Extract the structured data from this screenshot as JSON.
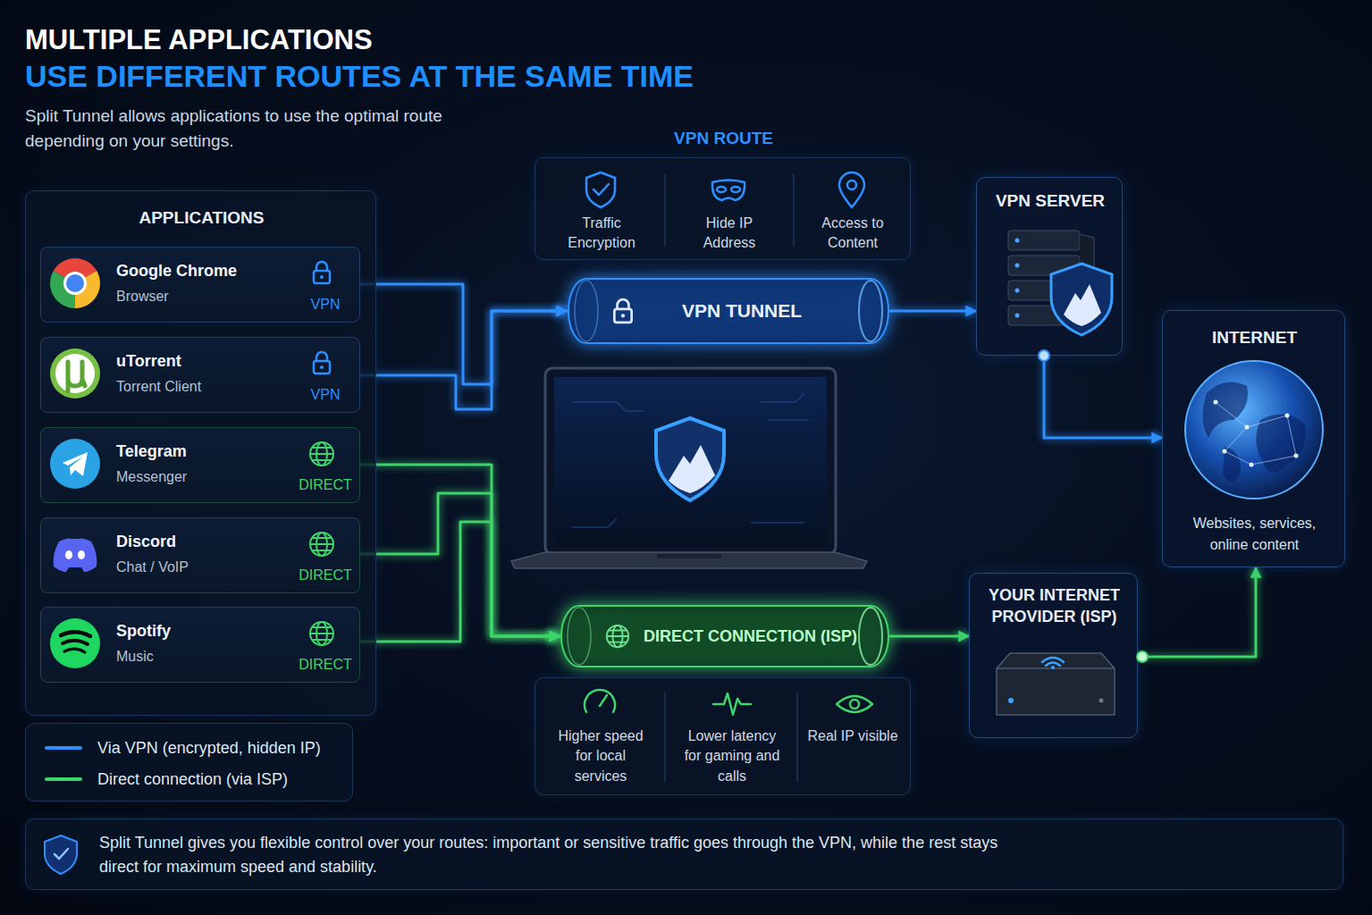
{
  "diagram": {
    "title": "MULTIPLE APPLICATIONS",
    "nodes": [
      {
        "text": [
          "APPLICATIONS"
        ]
      },
      {
        "text": [
          "Google Chrome",
          "Browser",
          "VPN"
        ],
        "in": 0
      },
      {
        "text": [
          "uTorrent",
          "Torrent Client",
          "VPN"
        ],
        "in": 0
      },
      {
        "text": [
          "Telegram",
          "Messenger",
          "DIRECT"
        ],
        "in": 0
      },
      {
        "text": [
          "Discord",
          "Chat / VoIP",
          "DIRECT"
        ],
        "in": 0
      },
      {
        "text": [
          "Spotify",
          "Music",
          "DIRECT"
        ],
        "in": 0
      },
      {
        "text": [
          "VPN ROUTE",
          "Traffic Encryption",
          "Hide IP Address",
          "Access to Content"
        ]
      },
      {
        "text": [
          "VPN TUNNEL"
        ]
      },
      {
        "text": [
          "VPN SERVER"
        ]
      },
      {
        "text": [
          "INTERNET",
          "Websites, services, online content"
        ]
      },
      {
        "text": [
          "DIRECT CONNECTION (ISP)"
        ]
      },
      {
        "text": [
          "YOUR INTERNET PROVIDER (ISP)"
        ]
      },
      {
        "text": [
          "Higher speed for local services",
          "Lower latency for gaming and calls",
          "Real IP visible"
        ]
      },
      {
        "text": [
          "Split Tunnel gives you flexible control over your routes: important or sensitive traffic goes through the VPN, while the rest stays direct for maximum speed and stability."
        ]
      }
    ],
    "edges": [
      {
        "from": 1,
        "to": 7,
        "arrow": "to"
      },
      {
        "from": 2,
        "to": 7,
        "arrow": "to"
      },
      {
        "from": 7,
        "to": 8,
        "arrow": "to"
      },
      {
        "from": 8,
        "to": 9,
        "arrow": "to"
      },
      {
        "from": 3,
        "to": 10,
        "arrow": "to"
      },
      {
        "from": 4,
        "to": 10,
        "arrow": "to"
      },
      {
        "from": 5,
        "to": 10,
        "arrow": "to"
      },
      {
        "from": 10,
        "to": 11,
        "arrow": "to"
      },
      {
        "from": 11,
        "to": 9,
        "arrow": "to"
      }
    ],
    "labels": [
      "USE DIFFERENT ROUTES AT THE SAME TIME",
      "Split Tunnel allows applications to use the optimal route depending on your settings."
    ],
    "legend": [
      {
        "text": "Via VPN (encrypted, hidden IP)",
        "color": "#2f8fff"
      },
      {
        "text": "Direct connection (via ISP)",
        "color": "#3fd46a"
      }
    ]
  }
}
